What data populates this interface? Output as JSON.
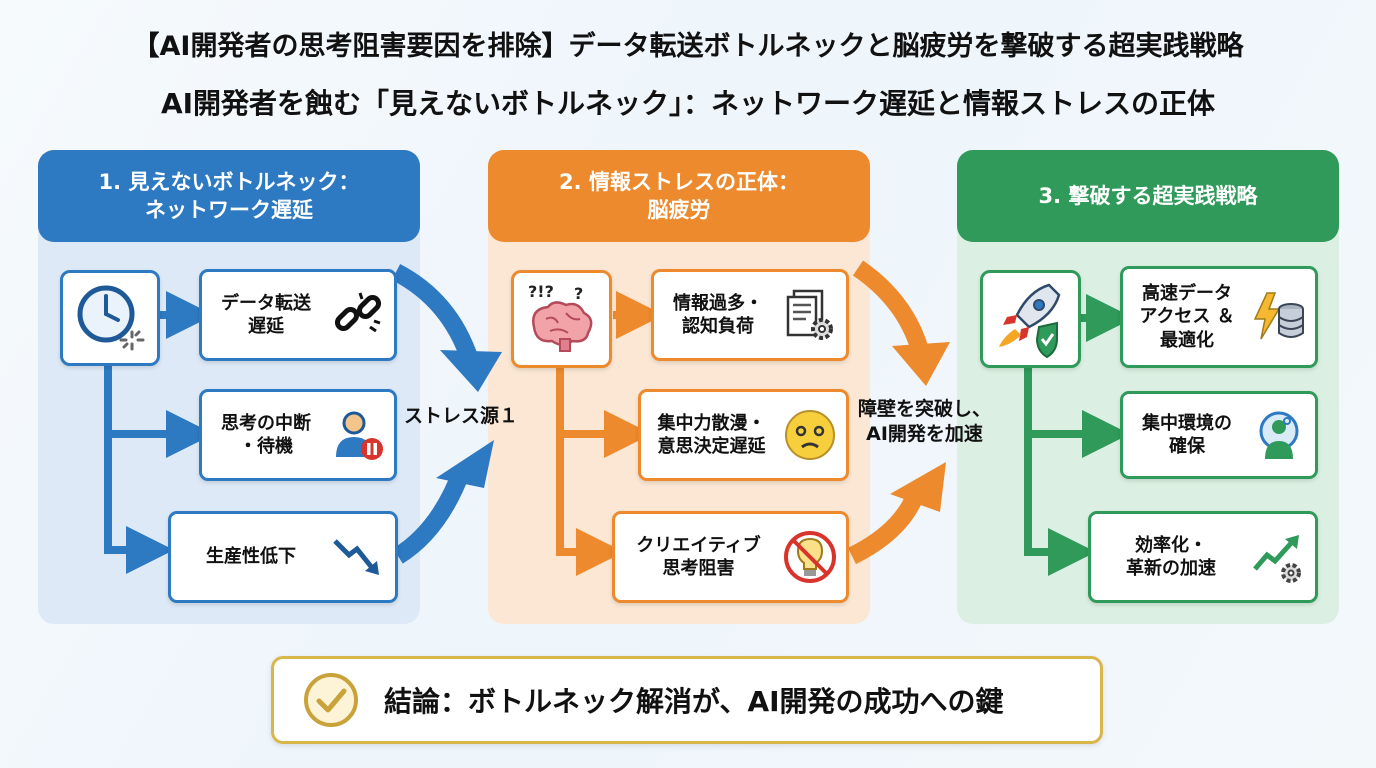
{
  "title": "【AI開発者の思考阻害要因を排除】データ転送ボトルネックと脳疲労を撃破する超実践戦略",
  "subtitle": "AI開発者を蝕む「見えないボトルネック」：ネットワーク遅延と情報ストレスの正体",
  "columns": [
    {
      "heading": [
        "1. 見えないボトルネック：",
        "ネットワーク遅延"
      ],
      "icon": "clock-loading-icon",
      "color": "#2d79c2",
      "items": [
        {
          "text": [
            "データ転送",
            "遅延"
          ],
          "icon": "broken-link-icon"
        },
        {
          "text": [
            "思考の中断",
            "・待機"
          ],
          "icon": "user-paused-icon"
        },
        {
          "text": [
            "生産性低下"
          ],
          "icon": "trend-down-icon"
        }
      ]
    },
    {
      "heading": [
        "2. 情報ストレスの正体：",
        "脳疲労"
      ],
      "icon": "confused-brain-icon",
      "color": "#ec8a2d",
      "items": [
        {
          "text": [
            "情報過多・",
            "認知負荷"
          ],
          "icon": "document-gear-icon"
        },
        {
          "text": [
            "集中力散漫・",
            "意思決定遅延"
          ],
          "icon": "dizzy-face-icon"
        },
        {
          "text": [
            "クリエイティブ",
            "思考阻害"
          ],
          "icon": "blocked-lightbulb-icon"
        }
      ]
    },
    {
      "heading": [
        "3. 撃破する超実践戦略"
      ],
      "icon": "rocket-shield-icon",
      "color": "#2f9a5a",
      "items": [
        {
          "text": [
            "高速データ",
            "アクセス ＆",
            "最適化"
          ],
          "icon": "bolt-database-icon"
        },
        {
          "text": [
            "集中環境の",
            "確保"
          ],
          "icon": "focused-user-icon"
        },
        {
          "text": [
            "効率化・",
            "革新の加速"
          ],
          "icon": "trend-up-gear-icon"
        }
      ]
    }
  ],
  "connector_labels": {
    "stress_source": "ストレス源１",
    "breakthrough": [
      "障壁を突破し、",
      "AI開発を加速"
    ]
  },
  "conclusion": {
    "icon": "check-circle-icon",
    "text": "結論：ボトルネック解消が、AI開発の成功への鍵"
  },
  "colors": {
    "blue": "#2d79c2",
    "orange": "#ec8a2d",
    "green": "#2f9a5a",
    "gold": "#d9b64a"
  }
}
